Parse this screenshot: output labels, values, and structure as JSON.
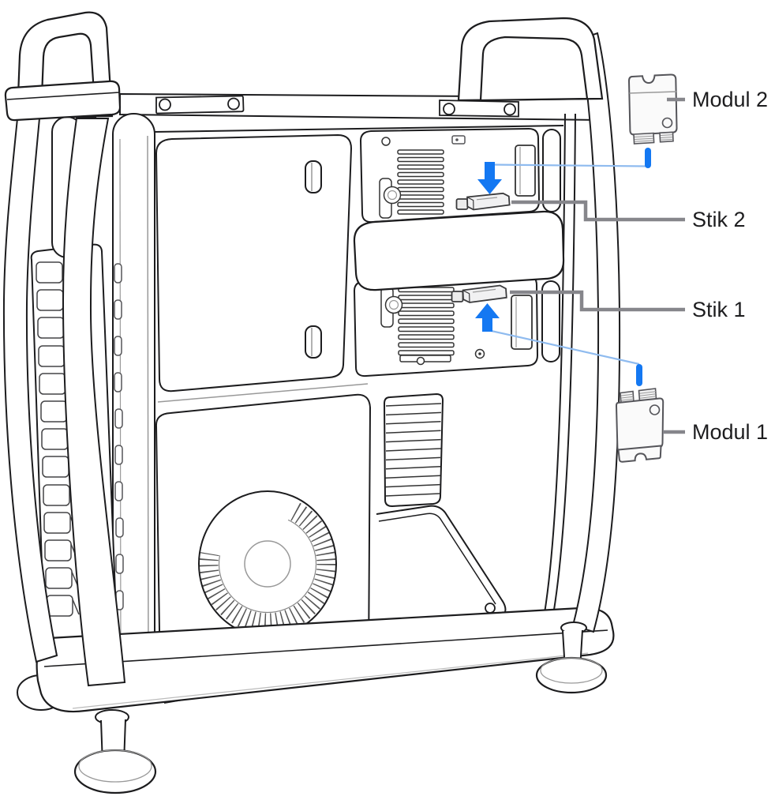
{
  "figure": {
    "kind": "hardware-installation-illustration",
    "device": "Mac Pro (side view, side panel removed)",
    "labels": {
      "module2": "Modul 2",
      "connector2": "Stik 2",
      "connector1": "Stik 1",
      "module1": "Modul 1"
    },
    "icons": [
      "arrow-down-icon",
      "arrow-up-icon"
    ],
    "colors": {
      "line": "#1c1c1e",
      "secondary_line": "#999999",
      "leader_gray": "#86868b",
      "accent_blue": "#1478f2",
      "light_blue": "#8fbbef",
      "module_fill": "#fafafa"
    }
  }
}
